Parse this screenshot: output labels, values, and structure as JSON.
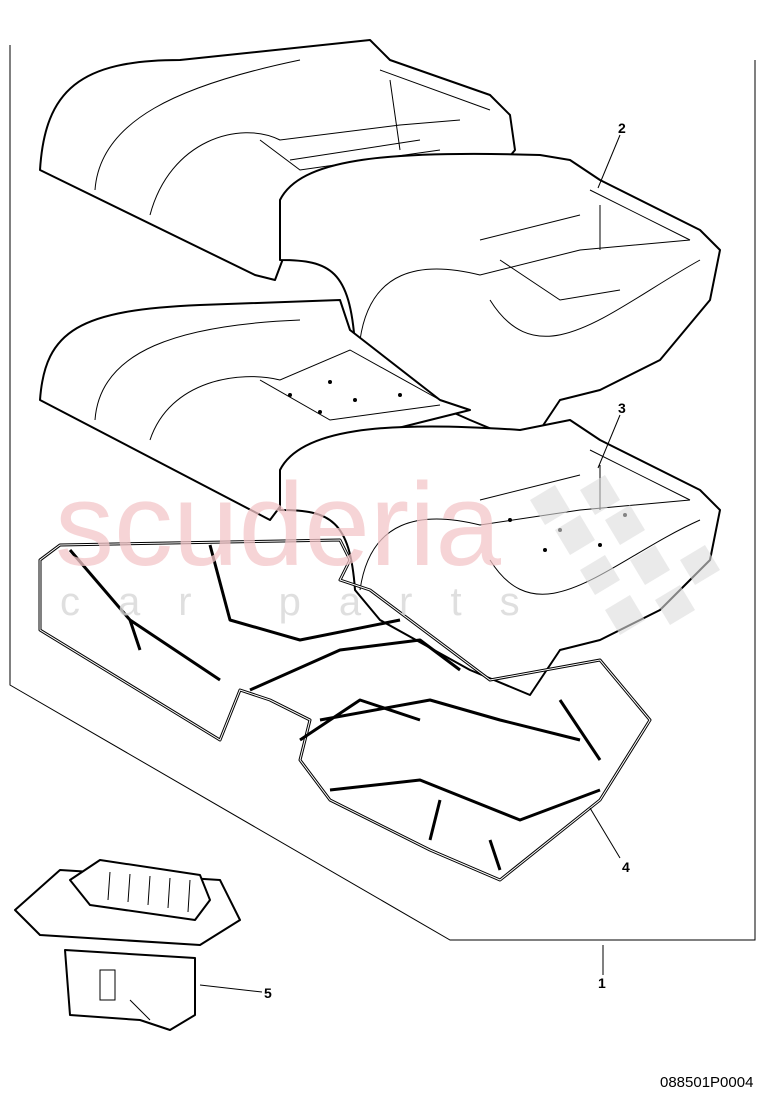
{
  "diagram": {
    "callouts": [
      "1",
      "2",
      "3",
      "4",
      "5"
    ],
    "part_code": "088501P0004",
    "watermark": {
      "brand": "scuderia",
      "sub": "car parts"
    }
  },
  "colors": {
    "line": "#000000",
    "watermark_red": "#f4c6c9",
    "watermark_grey": "#d8d8d8"
  }
}
